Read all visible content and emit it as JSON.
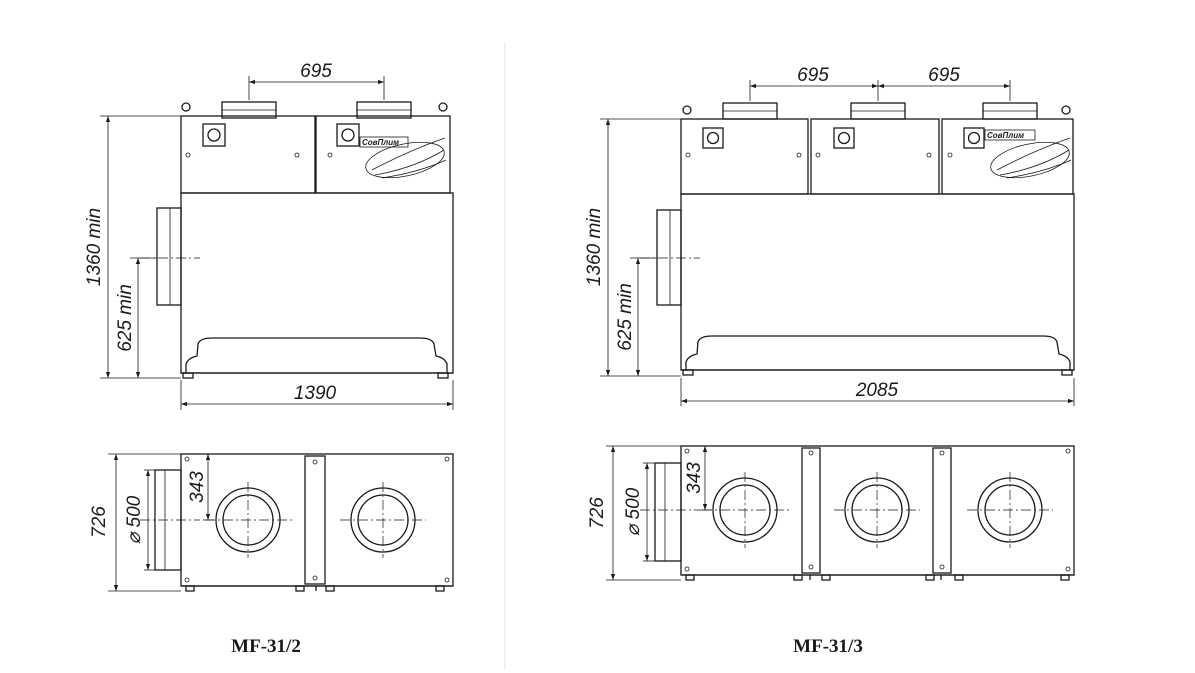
{
  "left_unit": {
    "model": "MF-31/2",
    "height_total": "1360 min",
    "height_inlet": "625 min",
    "width": "1390",
    "duct_spacing": "695",
    "depth": "726",
    "duct_diameter": "⌀ 500",
    "duct_offset": "343",
    "brand_label": "СовПлим"
  },
  "right_unit": {
    "model": "MF-31/3",
    "height_total": "1360 min",
    "height_inlet": "625 min",
    "width": "2085",
    "duct_spacing_1": "695",
    "duct_spacing_2": "695",
    "depth": "726",
    "duct_diameter": "⌀ 500",
    "duct_offset": "343",
    "brand_label": "СовПлим"
  },
  "colors": {
    "line": "#1a1a1a",
    "background": "#ffffff",
    "separator": "#e3e3e3"
  }
}
